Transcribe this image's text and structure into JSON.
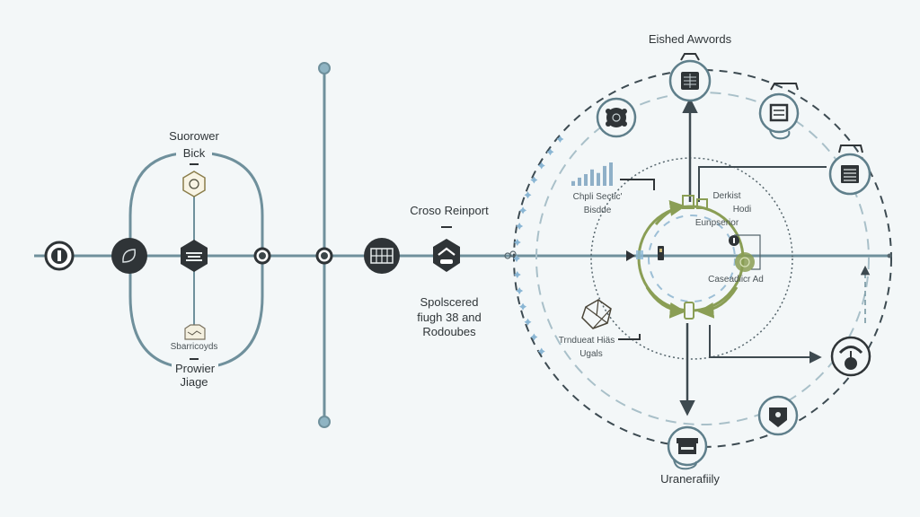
{
  "diagram": {
    "colors": {
      "background": "#f3f7f8",
      "line": "#6f909c",
      "dark": "#2f3437",
      "accent_green": "#8a9e55",
      "light_blue": "#8ab6d4",
      "dashed_outer": "#3d4b52",
      "dashed_inner": "#a9c0c9"
    },
    "left_section": {
      "top_label": [
        "Suorower",
        "Bick"
      ],
      "bottom_label": [
        "Prowier",
        "Jiage"
      ],
      "inner_bottom_caption": "Sbarricoyds",
      "nodes": [
        {
          "id": "start",
          "icon": "gear-badge-icon"
        },
        {
          "id": "leaf",
          "icon": "leaf-icon"
        },
        {
          "id": "hub",
          "icon": "hexagon-stack-icon"
        },
        {
          "id": "junction-a",
          "icon": "ring-dot-icon"
        },
        {
          "id": "top-node",
          "icon": "hexagon-gear-icon"
        },
        {
          "id": "bottom-node",
          "icon": "folder-icon"
        }
      ]
    },
    "vertical_axis": {
      "icon": "ring-dot-icon"
    },
    "middle_section": {
      "top_label": "Croso Reinport",
      "bottom_label": [
        "Spolscered",
        "fiugh 38 and",
        "Rodoubes"
      ],
      "nodes": [
        {
          "id": "grid-node",
          "icon": "building-grid-icon"
        },
        {
          "id": "shield-node",
          "icon": "shield-chevron-icon"
        }
      ]
    },
    "right_section": {
      "top_label": "Eished Awvords",
      "bottom_label": "Uranerafiily",
      "chart_label": [
        "Chpli Sectic'",
        "Bisdde"
      ],
      "cube_label": [
        "Trndueat Hiäs",
        "Ugals"
      ],
      "inner_labels": {
        "top_right": [
          "Derkist",
          "Hodi"
        ],
        "center_top": "Eunpserior",
        "center_right": "Caseadiicr Ad"
      },
      "mini_bars": [
        0.2,
        0.35,
        0.5,
        0.7,
        0.55,
        0.85,
        1.0
      ],
      "orbit_nodes": [
        {
          "id": "orbit-top",
          "icon": "server-rack-icon"
        },
        {
          "id": "orbit-upper-left",
          "icon": "gear-cluster-icon"
        },
        {
          "id": "orbit-upper-right",
          "icon": "document-icon"
        },
        {
          "id": "orbit-right",
          "icon": "list-document-icon"
        },
        {
          "id": "orbit-lower-right",
          "icon": "wifi-lock-icon"
        },
        {
          "id": "orbit-bottom-right",
          "icon": "shield-user-icon"
        },
        {
          "id": "orbit-bottom",
          "icon": "machine-icon"
        }
      ]
    }
  }
}
